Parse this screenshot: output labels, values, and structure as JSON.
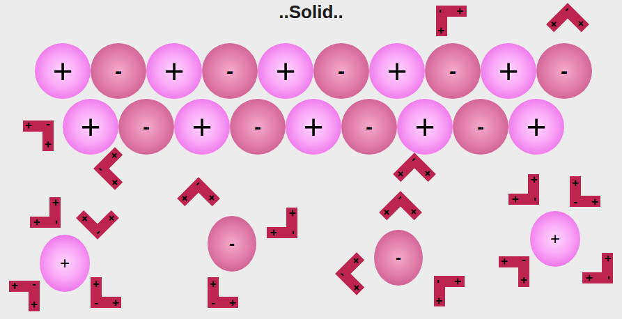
{
  "diagram": {
    "title": "..Solid..",
    "nodes": [
      {
        "text": [
          "+",
          "-",
          "+"
        ]
      },
      {
        "text": [
          "+",
          "-",
          "+"
        ]
      },
      {
        "text": [
          "+"
        ]
      },
      {
        "text": [
          "-"
        ]
      },
      {
        "text": [
          "+"
        ]
      },
      {
        "text": [
          "-"
        ]
      },
      {
        "text": [
          "+"
        ]
      },
      {
        "text": [
          "-"
        ]
      },
      {
        "text": [
          "+"
        ]
      },
      {
        "text": [
          "-"
        ]
      },
      {
        "text": [
          "+"
        ]
      },
      {
        "text": [
          "-"
        ]
      },
      {
        "text": [
          "+"
        ]
      },
      {
        "text": [
          "-"
        ]
      },
      {
        "text": [
          "+"
        ]
      },
      {
        "text": [
          "-"
        ]
      },
      {
        "text": [
          "+"
        ]
      },
      {
        "text": [
          "-"
        ]
      },
      {
        "text": [
          "+"
        ]
      },
      {
        "text": [
          "-"
        ]
      },
      {
        "text": [
          "+"
        ]
      },
      {
        "text": [
          "+",
          "-",
          "+"
        ]
      },
      {
        "text": [
          "+",
          "-",
          "+"
        ]
      },
      {
        "text": [
          "+",
          "-",
          "+"
        ]
      },
      {
        "text": [
          "+",
          "-",
          "+"
        ]
      },
      {
        "text": [
          "+",
          "-",
          "+"
        ]
      },
      {
        "text": [
          "+",
          "-",
          "+"
        ]
      },
      {
        "text": [
          "+",
          "-",
          "+"
        ]
      },
      {
        "text": [
          "+",
          "-",
          "+"
        ]
      },
      {
        "text": [
          "+",
          "-",
          "+"
        ]
      },
      {
        "text": [
          "+",
          "-",
          "+"
        ]
      },
      {
        "text": [
          "-"
        ]
      },
      {
        "text": [
          "+"
        ]
      },
      {
        "text": [
          "+"
        ]
      },
      {
        "text": [
          "-"
        ]
      },
      {
        "text": [
          "+",
          "-",
          "+"
        ]
      },
      {
        "text": [
          "+",
          "-",
          "+"
        ]
      },
      {
        "text": [
          "+",
          "-",
          "+"
        ]
      },
      {
        "text": [
          "+",
          "-",
          "+"
        ]
      },
      {
        "text": [
          "+",
          "-",
          "+"
        ]
      },
      {
        "text": [
          "+",
          "-",
          "+"
        ]
      },
      {
        "text": [
          "+",
          "-",
          "+"
        ]
      }
    ]
  }
}
